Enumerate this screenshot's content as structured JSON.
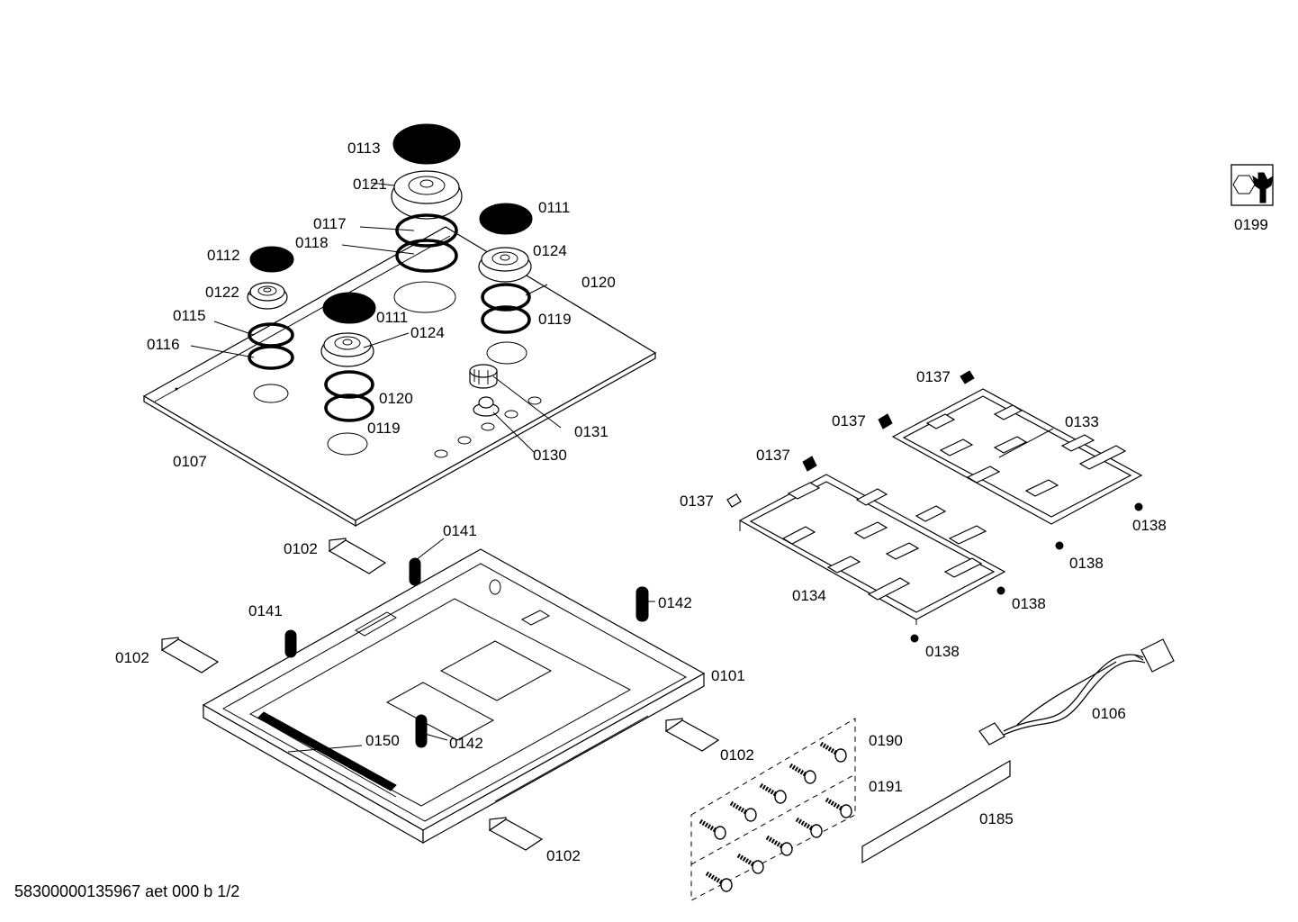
{
  "document_number": "58300000135967 aet 000 b 1/2",
  "part_labels": {
    "p0101": "0101",
    "p0102": "0102",
    "p0106": "0106",
    "p0107": "0107",
    "p0111": "0111",
    "p0112": "0112",
    "p0113": "0113",
    "p0115": "0115",
    "p0116": "0116",
    "p0117": "0117",
    "p0118": "0118",
    "p0119": "0119",
    "p0120": "0120",
    "p0121": "0121",
    "p0122": "0122",
    "p0124": "0124",
    "p0130": "0130",
    "p0131": "0131",
    "p0133": "0133",
    "p0134": "0134",
    "p0137": "0137",
    "p0138": "0138",
    "p0141": "0141",
    "p0142": "0142",
    "p0150": "0150",
    "p0185": "0185",
    "p0190": "0190",
    "p0191": "0191",
    "p0199": "0199"
  }
}
